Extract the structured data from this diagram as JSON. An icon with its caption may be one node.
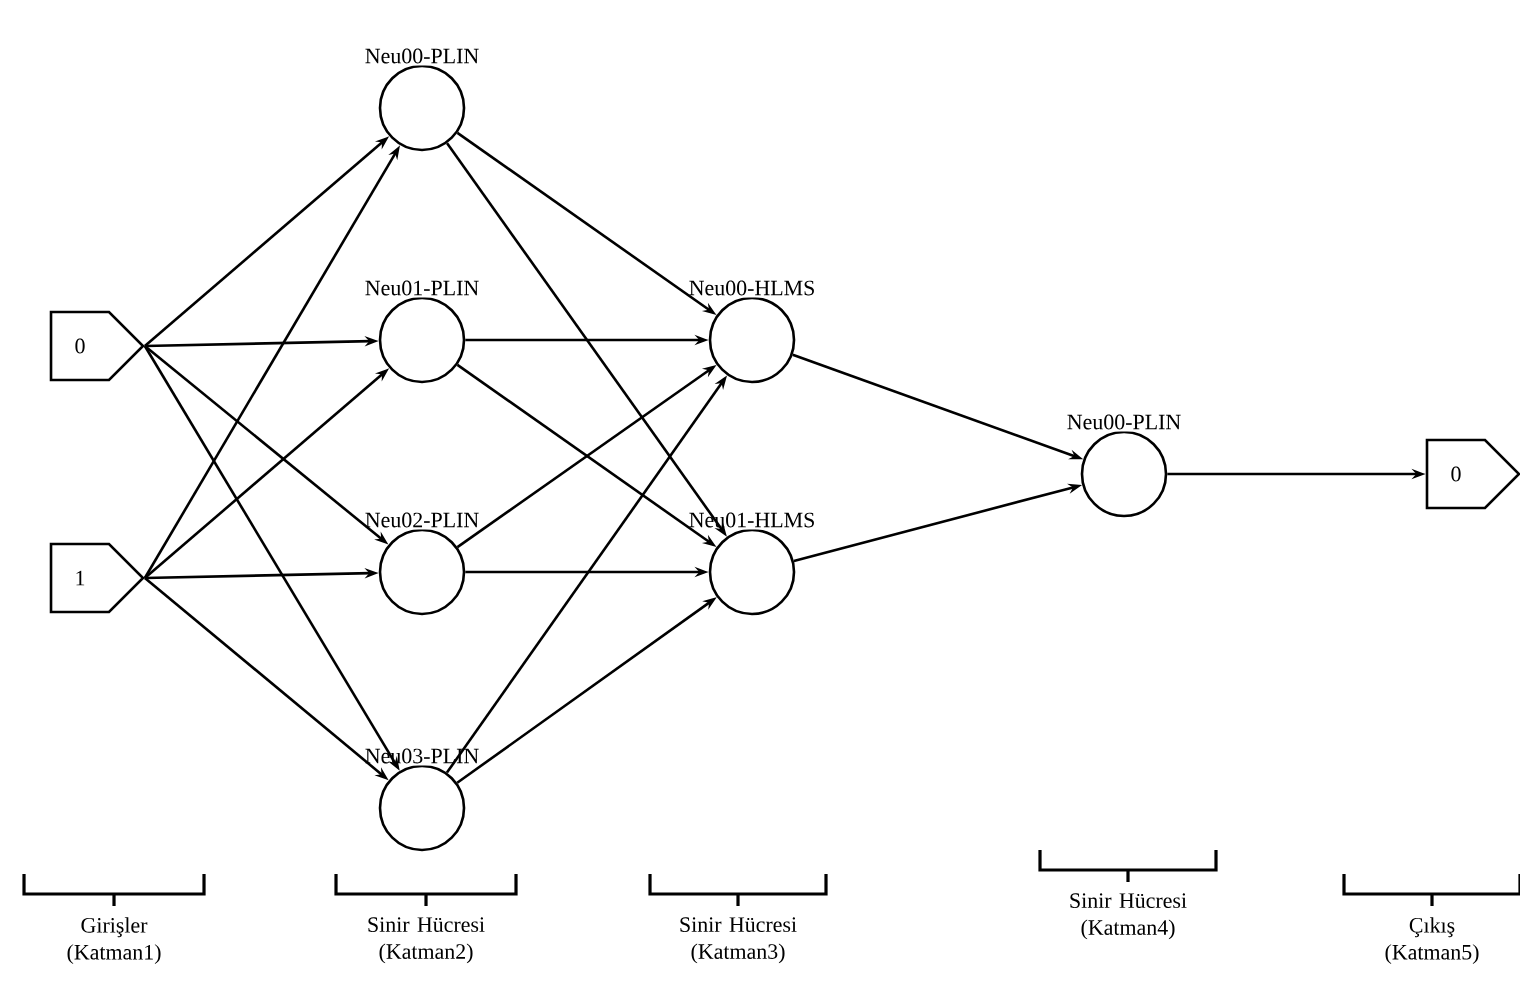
{
  "diagram": {
    "nodes": [
      {
        "text": [
          "0"
        ]
      },
      {
        "text": [
          "1"
        ]
      },
      {
        "text": [
          "Neu00-PLIN"
        ]
      },
      {
        "text": [
          "Neu01-PLIN"
        ]
      },
      {
        "text": [
          "Neu02-PLIN"
        ]
      },
      {
        "text": [
          "Neu03-PLIN"
        ]
      },
      {
        "text": [
          "Neu00-HLMS"
        ]
      },
      {
        "text": [
          "Neu01-HLMS"
        ]
      },
      {
        "text": [
          "Neu00-PLIN"
        ]
      },
      {
        "text": [
          "0"
        ]
      }
    ],
    "edges": [
      {
        "from": 0,
        "to": 2,
        "arrow": "to"
      },
      {
        "from": 0,
        "to": 3,
        "arrow": "to"
      },
      {
        "from": 0,
        "to": 4,
        "arrow": "to"
      },
      {
        "from": 0,
        "to": 5,
        "arrow": "to"
      },
      {
        "from": 1,
        "to": 2,
        "arrow": "to"
      },
      {
        "from": 1,
        "to": 3,
        "arrow": "to"
      },
      {
        "from": 1,
        "to": 4,
        "arrow": "to"
      },
      {
        "from": 1,
        "to": 5,
        "arrow": "to"
      },
      {
        "from": 2,
        "to": 6,
        "arrow": "to"
      },
      {
        "from": 2,
        "to": 7,
        "arrow": "to"
      },
      {
        "from": 3,
        "to": 6,
        "arrow": "to"
      },
      {
        "from": 3,
        "to": 7,
        "arrow": "to"
      },
      {
        "from": 4,
        "to": 6,
        "arrow": "to"
      },
      {
        "from": 4,
        "to": 7,
        "arrow": "to"
      },
      {
        "from": 5,
        "to": 6,
        "arrow": "to"
      },
      {
        "from": 5,
        "to": 7,
        "arrow": "to"
      },
      {
        "from": 6,
        "to": 8,
        "arrow": "to"
      },
      {
        "from": 7,
        "to": 8,
        "arrow": "to"
      },
      {
        "from": 8,
        "to": 9,
        "arrow": "to"
      }
    ],
    "labels": [
      "Girişler (Katman1)",
      "Sinir Hücresi (Katman2)",
      "Sinir Hücresi (Katman3)",
      "Sinir Hücresi (Katman4)",
      "Çıkış (Katman5)"
    ]
  }
}
